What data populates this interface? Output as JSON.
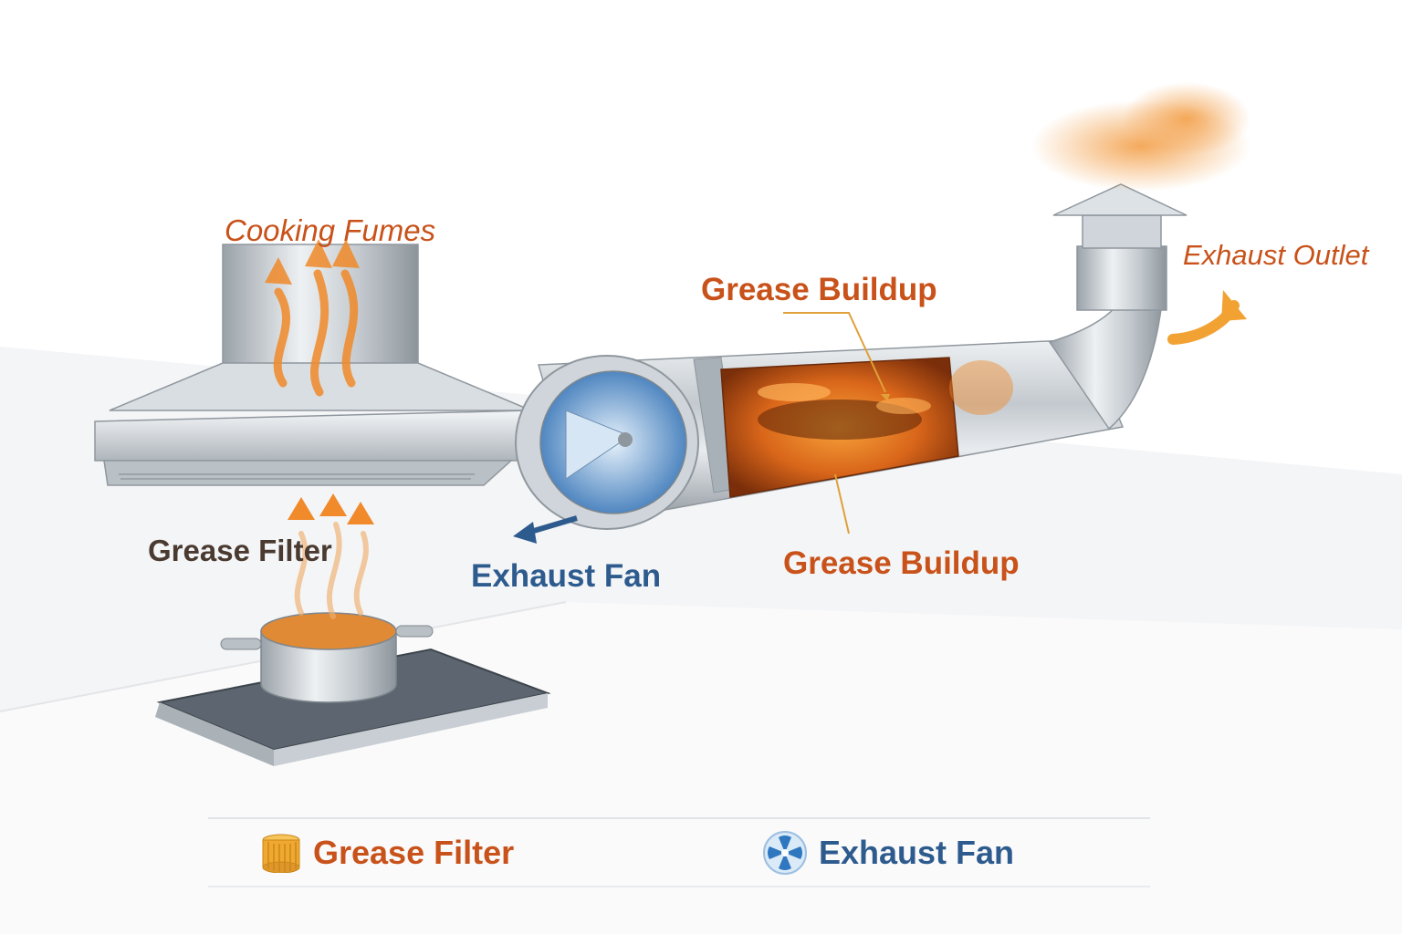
{
  "labels": {
    "cooking_fumes": "Cooking Fumes",
    "exhaust_outlet": "Exhaust Outlet",
    "grease_buildup_top": "Grease Buildup",
    "grease_filter": "Grease Filter",
    "exhaust_fan": "Exhaust Fan",
    "grease_buildup_bottom": "Grease Buildup"
  },
  "legend": {
    "items": [
      {
        "label": "Grease Filter",
        "icon": "grease-filter-icon",
        "color": "#c8521a"
      },
      {
        "label": "Exhaust Fan",
        "icon": "exhaust-fan-icon",
        "color": "#2e5b8e"
      }
    ]
  },
  "colors": {
    "accent_orange": "#c8521a",
    "fan_blue": "#2e5b8e",
    "steel": "#b9c0c6",
    "grease": "#d9661a"
  }
}
